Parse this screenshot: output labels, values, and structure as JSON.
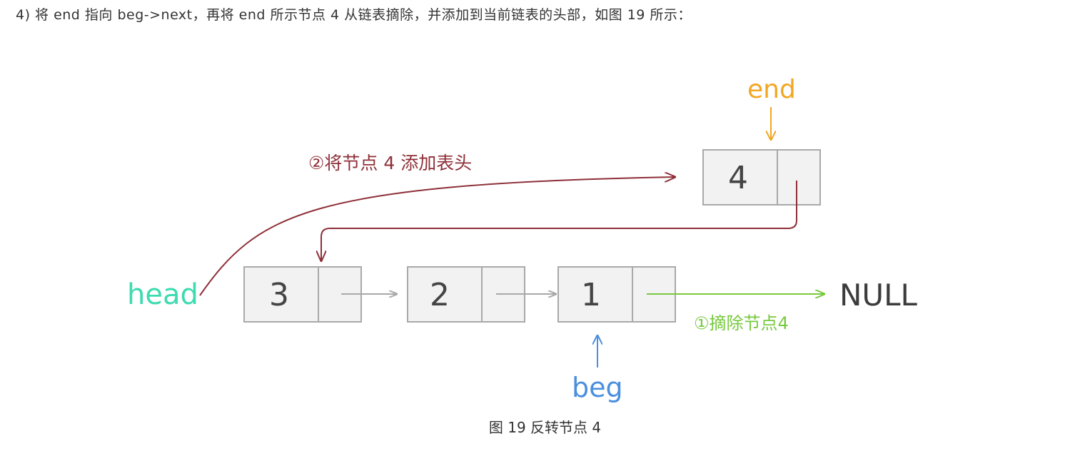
{
  "intro_text": "4) 将 end 指向 beg->next，再将 end 所示节点 4 从链表摘除，并添加到当前链表的头部，如图 19 所示：",
  "caption": "图 19 反转节点 4",
  "diagram": {
    "nodes": [
      {
        "id": "node3",
        "value": "3"
      },
      {
        "id": "node2",
        "value": "2"
      },
      {
        "id": "node1",
        "value": "1"
      },
      {
        "id": "node4",
        "value": "4"
      }
    ],
    "labels": {
      "head": "head",
      "beg": "beg",
      "end": "end",
      "null": "NULL",
      "step1": "①摘除节点4",
      "step2": "②将节点 4 添加表头"
    },
    "colors": {
      "head": "#3ddbb0",
      "beg": "#4a8fde",
      "end": "#f2a623",
      "step1": "#77c93e",
      "step2": "#8e2f38",
      "null": "#3c3c3c",
      "box_fill": "#f2f2f2",
      "box_stroke": "#a9a9a9"
    }
  }
}
